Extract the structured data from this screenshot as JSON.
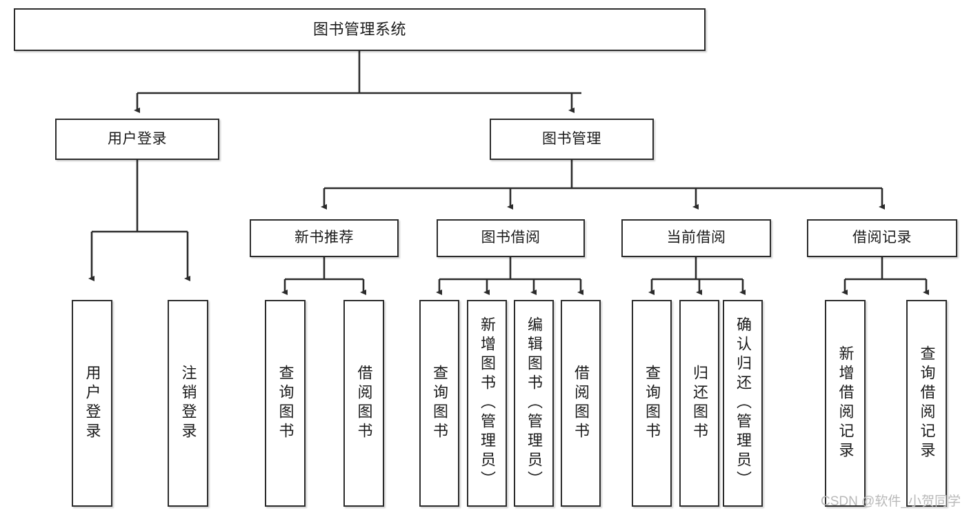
{
  "diagram": {
    "title": "图书管理系统",
    "type": "hierarchy-tree",
    "levels": 4,
    "colors": {
      "box_border": "#2b2b2b",
      "box_fill": "#ffffff",
      "edge": "#2b2b2b",
      "text": "#1a1a1a",
      "watermark": "#b9b9b9",
      "background": "#ffffff"
    },
    "root": {
      "label": "图书管理系统"
    },
    "level2": [
      {
        "label": "用户登录"
      },
      {
        "label": "图书管理"
      }
    ],
    "level3": [
      {
        "label": "新书推荐"
      },
      {
        "label": "图书借阅"
      },
      {
        "label": "当前借阅"
      },
      {
        "label": "借阅记录"
      }
    ],
    "leaves": {
      "user_login": [
        {
          "label": "用户登录"
        },
        {
          "label": "注销登录"
        }
      ],
      "new_book_recommend": [
        {
          "label": "查询图书"
        },
        {
          "label": "借阅图书"
        }
      ],
      "book_borrow": [
        {
          "label": "查询图书"
        },
        {
          "label": "新增图书（管理员）"
        },
        {
          "label": "编辑图书（管理员）"
        },
        {
          "label": "借阅图书"
        }
      ],
      "current_borrow": [
        {
          "label": "查询图书"
        },
        {
          "label": "归还图书"
        },
        {
          "label": "确认归还（管理员）"
        }
      ],
      "borrow_record": [
        {
          "label": "新增借阅记录"
        },
        {
          "label": "查询借阅记录"
        }
      ]
    }
  },
  "watermark": {
    "text": "CSDN @软件_小贺同学"
  }
}
